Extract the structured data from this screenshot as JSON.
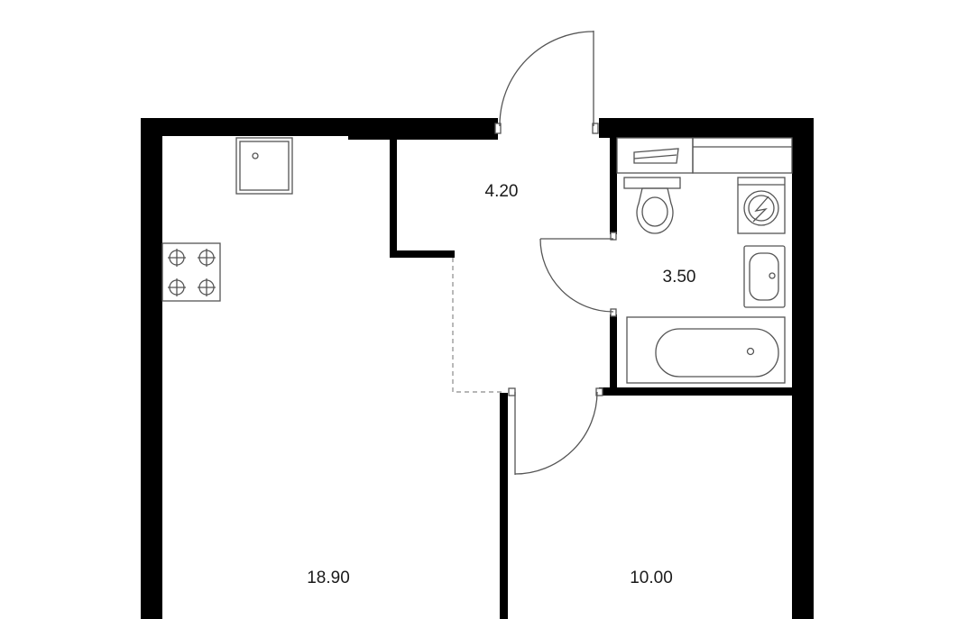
{
  "floorplan": {
    "rooms": [
      {
        "id": "kitchen-living",
        "area": "18.90"
      },
      {
        "id": "hallway",
        "area": "4.20"
      },
      {
        "id": "bathroom",
        "area": "3.50"
      },
      {
        "id": "bedroom",
        "area": "10.00"
      }
    ],
    "colors": {
      "wall": "#000000",
      "line": "#6f6f6f",
      "background": "#ffffff",
      "text": "#1a1a1a"
    },
    "icons": [
      "sink-icon",
      "stove-icon",
      "toilet-icon",
      "washing-machine-icon",
      "washbasin-icon",
      "bathtub-icon",
      "door-swing-icon"
    ]
  }
}
